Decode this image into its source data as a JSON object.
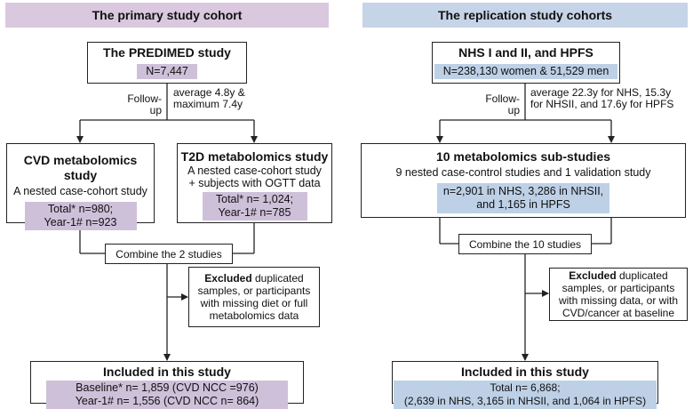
{
  "colors": {
    "left_header": "#d9c8de",
    "right_header": "#c6d4e8",
    "left_highlight": "#cfc0da",
    "right_highlight": "#bdd0e6",
    "line": "#222222"
  },
  "left": {
    "header": "The primary study cohort",
    "predimed": {
      "title": "The PREDIMED study",
      "n": "N=7,447"
    },
    "followup": {
      "label": "Follow-up",
      "line1": "average 4.8y &",
      "line2": "maximum 7.4y"
    },
    "cvd": {
      "title": "CVD metabolomics study",
      "sub": "A nested case-cohort study",
      "line1": "Total* n=980;",
      "line2": "Year-1# n=923"
    },
    "t2d": {
      "title": "T2D metabolomics study",
      "sub1": "A nested case-cohort study",
      "sub2": "+ subjects with OGTT data",
      "line1": "Total* n= 1,024;",
      "line2": "Year-1# n=785"
    },
    "combine": "Combine the 2 studies",
    "excluded": {
      "bold": "Excluded",
      "line1": " duplicated",
      "line2": "samples, or participants",
      "line3": "with missing diet or full",
      "line4": "metabolomics data"
    },
    "included": {
      "title": "Included in this study",
      "line1": "Baseline* n= 1,859 (CVD NCC =976)",
      "line2": "Year-1# n= 1,556 (CVD NCC n= 864)"
    }
  },
  "right": {
    "header": "The replication study cohorts",
    "nhs": {
      "title": "NHS I and II, and HPFS",
      "n": "N=238,130 women & 51,529 men"
    },
    "followup": {
      "label": "Follow-up",
      "line1": "average 22.3y for NHS, 15.3y",
      "line2": "for NHSII, and 17.6y for HPFS"
    },
    "sub": {
      "title": "10 metabolomics sub-studies",
      "sub": "9 nested case-control studies and 1 validation study",
      "line1": "n=2,901 in NHS, 3,286 in NHSII,",
      "line2": "and 1,165 in HPFS"
    },
    "combine": "Combine the 10 studies",
    "excluded": {
      "bold": "Excluded",
      "line1": " duplicated",
      "line2": "samples, or participants",
      "line3": "with missing data, or with",
      "line4": "CVD/cancer at baseline"
    },
    "included": {
      "title": "Included in this study",
      "line1": "Total n= 6,868;",
      "line2": "(2,639 in NHS, 3,165 in NHSII, and 1,064 in HPFS)"
    }
  }
}
